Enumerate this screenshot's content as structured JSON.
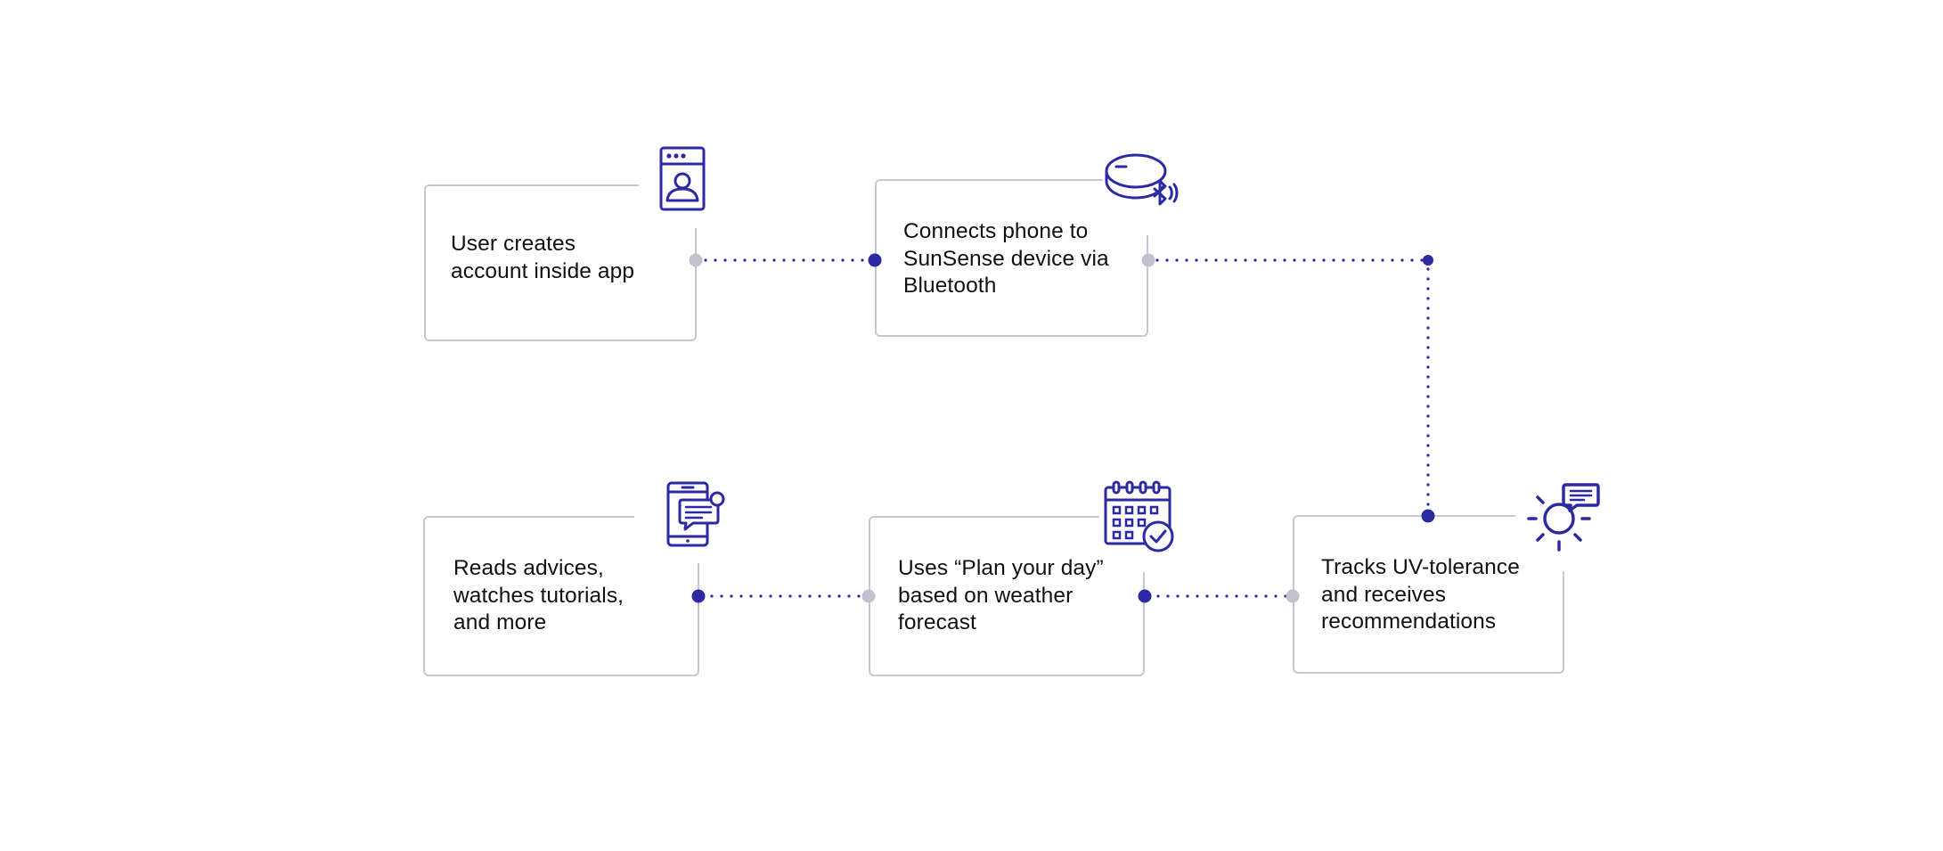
{
  "diagram": {
    "steps": [
      {
        "id": "step-1",
        "text": "User creates\naccount inside app",
        "icon": "user-profile-icon"
      },
      {
        "id": "step-2",
        "text": "Connects phone to\nSunSense device via\nBluetooth",
        "icon": "sunsense-bluetooth-device-icon"
      },
      {
        "id": "step-3",
        "text": "Tracks UV-tolerance\nand receives\nrecommendations",
        "icon": "sun-with-message-icon"
      },
      {
        "id": "step-4",
        "text": "Uses “Plan your day”\nbased on weather\nforecast",
        "icon": "calendar-check-icon"
      },
      {
        "id": "step-5",
        "text": "Reads advices,\nwatches tutorials,\nand more",
        "icon": "phone-chat-icon"
      }
    ],
    "colors": {
      "accent": "#2b2aa3",
      "card_border": "#c6c6d4",
      "inactive_dot": "#c2c2ce",
      "text": "#111111"
    }
  }
}
